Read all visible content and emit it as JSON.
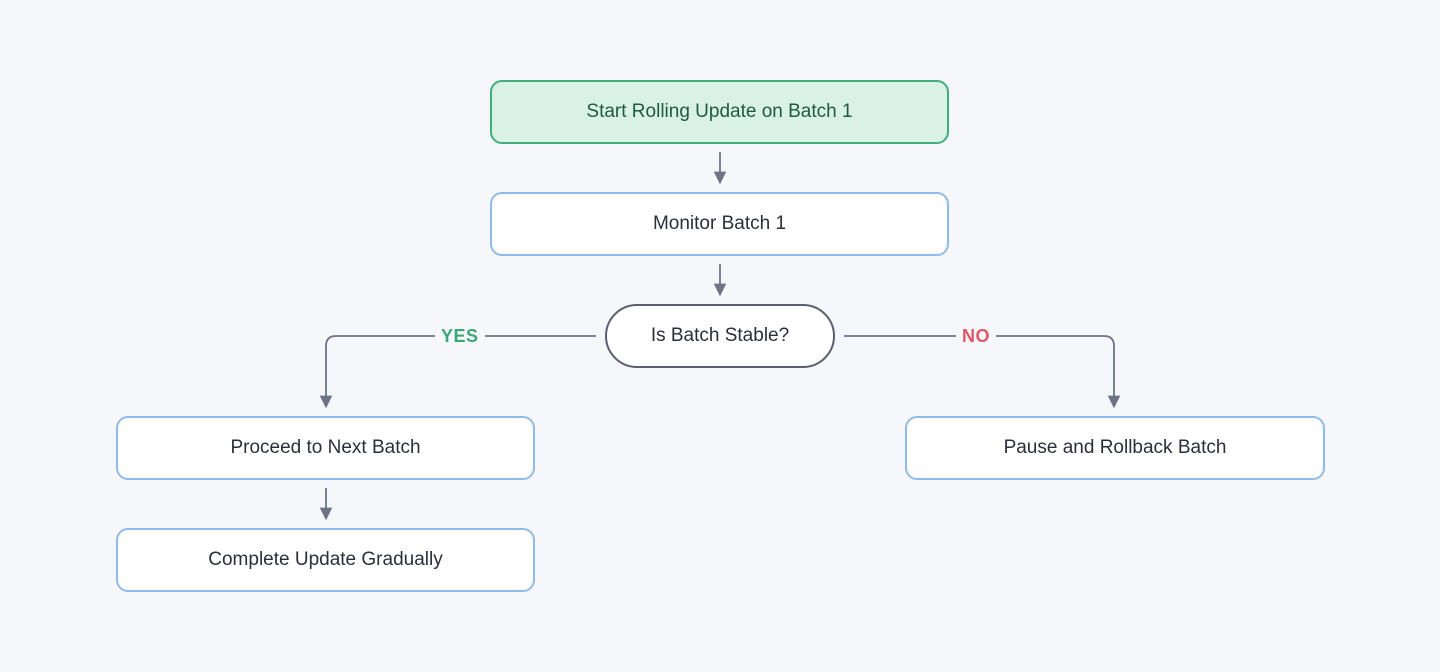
{
  "diagram": {
    "nodes": {
      "start": "Start Rolling Update on Batch 1",
      "monitor": "Monitor Batch 1",
      "decision": "Is Batch Stable?",
      "proceed": "Proceed to Next Batch",
      "complete": "Complete Update Gradually",
      "rollback": "Pause and Rollback Batch"
    },
    "edge_labels": {
      "yes": "YES",
      "no": "NO"
    },
    "colors": {
      "background": "#f5f7fb",
      "start_fill": "#daf2e5",
      "start_border": "#3fae78",
      "node_border": "#8dbbee",
      "decision_border": "#5b5e6e",
      "edge": "#6f7388",
      "yes": "#3aa874",
      "no": "#e25563"
    }
  }
}
